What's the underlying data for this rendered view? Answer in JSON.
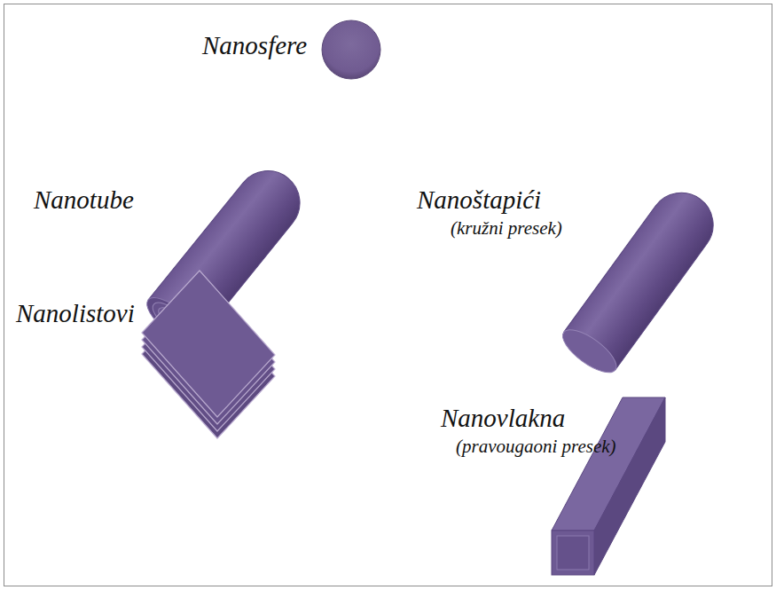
{
  "diagram": {
    "labels": [
      "Nanosfere",
      "Nanotube",
      "Nanoštapići",
      "(kružni presek)",
      "Nanolistovi",
      "Nanovlakna",
      "(pravougaoni presek)"
    ]
  }
}
